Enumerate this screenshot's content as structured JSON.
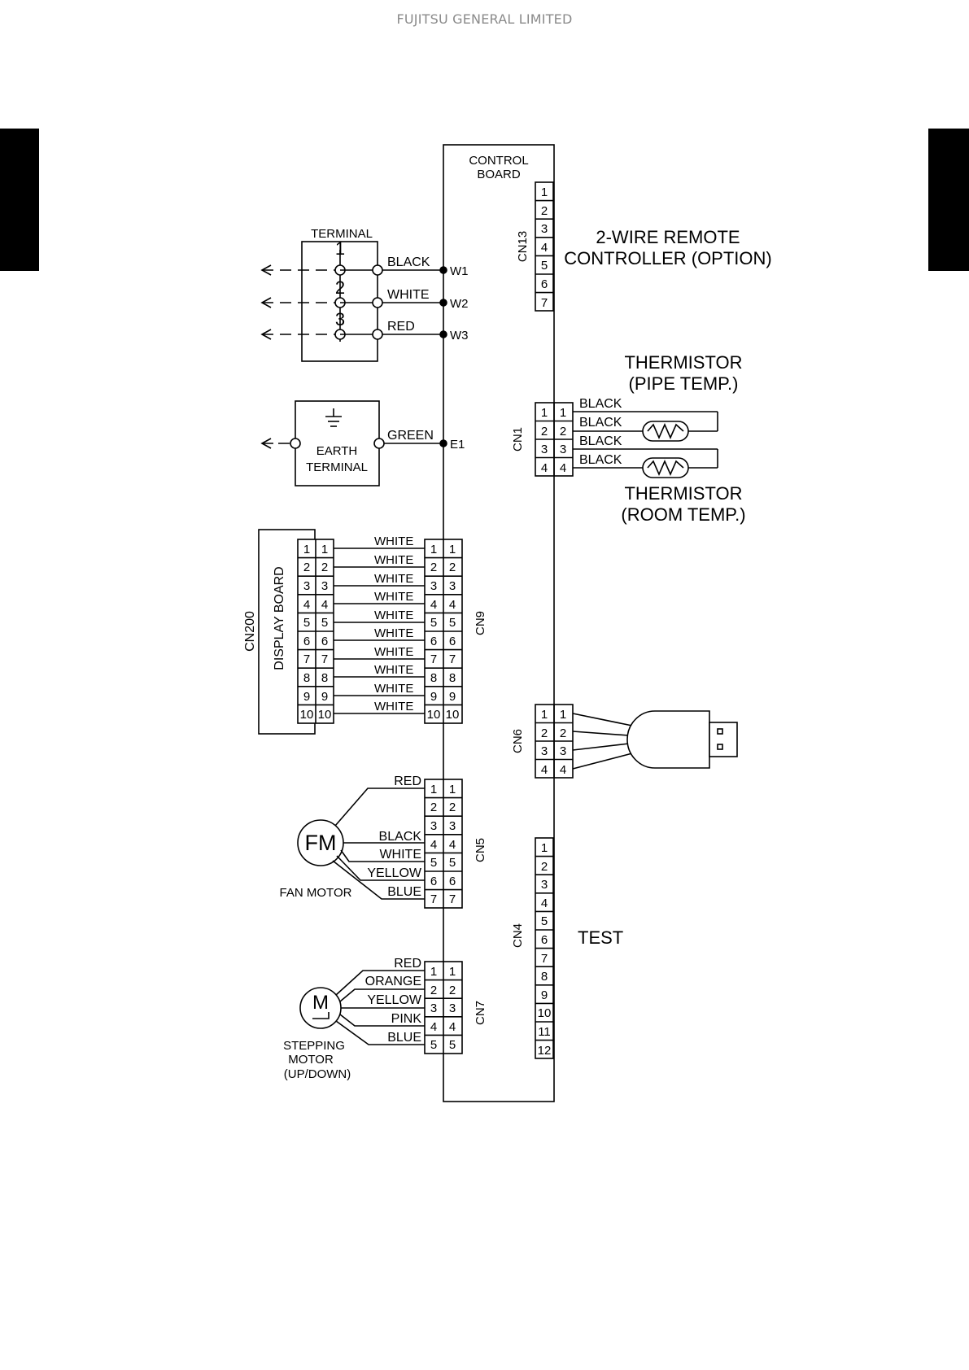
{
  "header": "FUJITSU GENERAL LIMITED",
  "control_board": {
    "line1": "CONTROL",
    "line2": "BOARD"
  },
  "terminal": {
    "title": "TERMINAL",
    "numbers": [
      "1",
      "2",
      "3"
    ],
    "wires": [
      "BLACK",
      "WHITE",
      "RED"
    ],
    "points": [
      "W1",
      "W2",
      "W3"
    ]
  },
  "earth": {
    "line1": "EARTH",
    "line2": "TERMINAL",
    "wire": "GREEN",
    "point": "E1"
  },
  "cn13": {
    "name": "CN13",
    "pins": [
      "1",
      "2",
      "3",
      "4",
      "5",
      "6",
      "7"
    ],
    "label_line1": "2-WIRE REMOTE",
    "label_line2": "CONTROLLER (OPTION)"
  },
  "cn1": {
    "name": "CN1",
    "pins": [
      "1",
      "2",
      "3",
      "4"
    ],
    "wires": [
      "BLACK",
      "BLACK",
      "BLACK",
      "BLACK"
    ],
    "pipe_line1": "THERMISTOR",
    "pipe_line2": "(PIPE TEMP.)",
    "room_line1": "THERMISTOR",
    "room_line2": "(ROOM TEMP.)"
  },
  "display": {
    "board_label": "DISPLAY BOARD",
    "cn200": "CN200",
    "cn9": "CN9",
    "pins": [
      "1",
      "2",
      "3",
      "4",
      "5",
      "6",
      "7",
      "8",
      "9",
      "10"
    ],
    "wires": [
      "WHITE",
      "WHITE",
      "WHITE",
      "WHITE",
      "WHITE",
      "WHITE",
      "WHITE",
      "WHITE",
      "WHITE",
      "WHITE"
    ]
  },
  "cn6": {
    "name": "CN6",
    "pins": [
      "1",
      "2",
      "3",
      "4"
    ]
  },
  "cn5": {
    "name": "CN5",
    "pins": [
      "1",
      "2",
      "3",
      "4",
      "5",
      "6",
      "7"
    ],
    "wires": [
      "RED",
      "BLACK",
      "WHITE",
      "YELLOW",
      "BLUE"
    ],
    "motor_symbol": "FM",
    "motor_label": "FAN MOTOR"
  },
  "cn4": {
    "name": "CN4",
    "pins": [
      "1",
      "2",
      "3",
      "4",
      "5",
      "6",
      "7",
      "8",
      "9",
      "10",
      "11",
      "12"
    ],
    "label": "TEST"
  },
  "cn7": {
    "name": "CN7",
    "pins": [
      "1",
      "2",
      "3",
      "4",
      "5"
    ],
    "wires": [
      "RED",
      "ORANGE",
      "YELLOW",
      "PINK",
      "BLUE"
    ],
    "motor_symbol": "M",
    "label_line1": "STEPPING",
    "label_line2": "MOTOR",
    "label_line3": "(UP/DOWN)"
  }
}
